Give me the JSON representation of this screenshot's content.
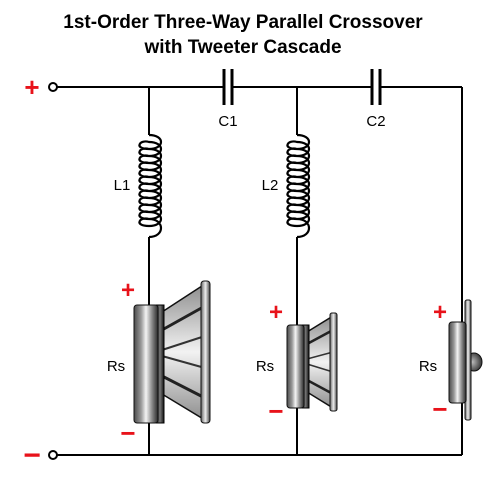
{
  "title": {
    "line1": "1st-Order Three-Way Parallel Crossover",
    "line2": "with Tweeter Cascade"
  },
  "terminals": {
    "positive": "+",
    "negative": "−"
  },
  "components": {
    "capacitors": [
      {
        "label": "C1"
      },
      {
        "label": "C2"
      }
    ],
    "inductors": [
      {
        "label": "L1"
      },
      {
        "label": "L2"
      }
    ],
    "speakers": [
      {
        "name": "woofer",
        "label": "Rs",
        "plus": "+",
        "minus": "−"
      },
      {
        "name": "midrange",
        "label": "Rs",
        "plus": "+",
        "minus": "−"
      },
      {
        "name": "tweeter",
        "label": "Rs",
        "plus": "+",
        "minus": "−"
      }
    ]
  },
  "colors": {
    "polarity": "#e8121a",
    "wire": "#000000"
  }
}
